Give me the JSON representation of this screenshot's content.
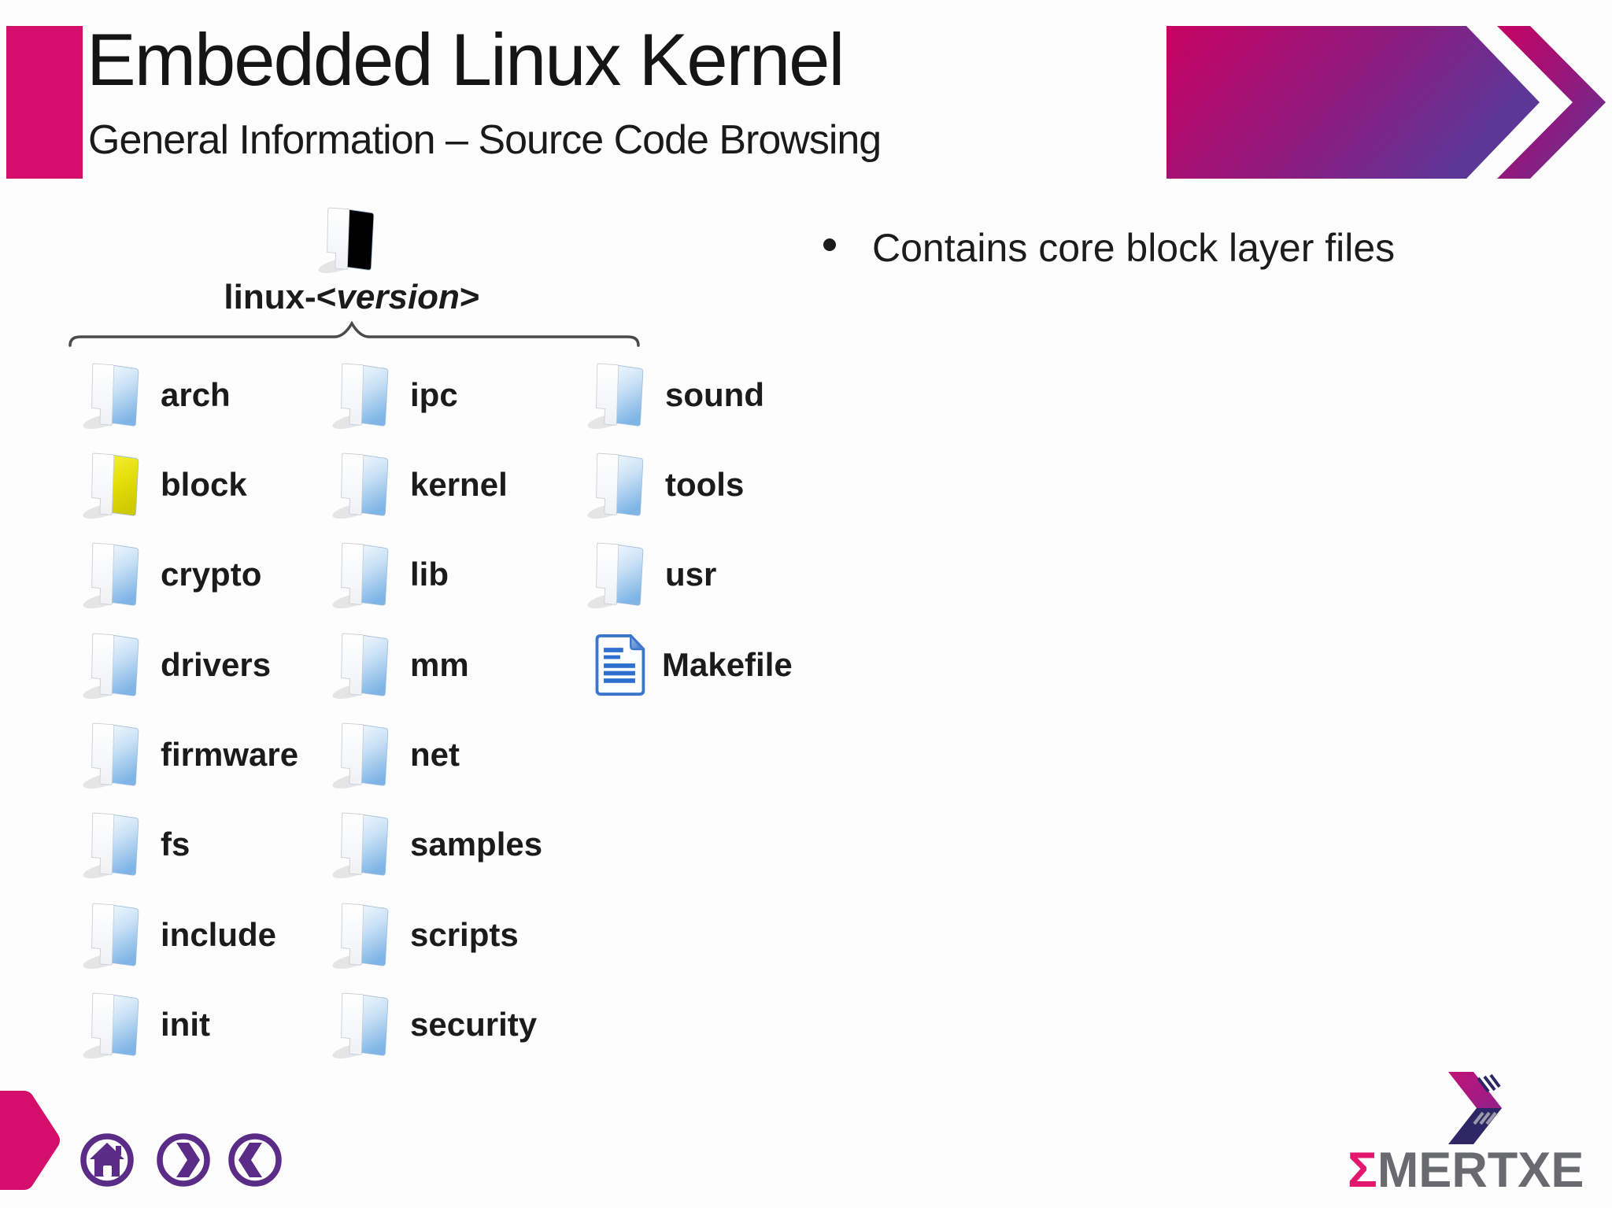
{
  "slide": {
    "title": "Embedded Linux Kernel",
    "subtitle": "General Information – Source Code Browsing"
  },
  "content": {
    "bullet_text": "Contains core block layer files"
  },
  "tree": {
    "root": {
      "prefix": "linux-<",
      "emphasis": "version",
      "suffix": ">"
    },
    "columns": [
      {
        "items": [
          {
            "label": "arch",
            "type": "folder"
          },
          {
            "label": "block",
            "type": "folder",
            "highlighted": true
          },
          {
            "label": "crypto",
            "type": "folder"
          },
          {
            "label": "drivers",
            "type": "folder"
          },
          {
            "label": "firmware",
            "type": "folder"
          },
          {
            "label": "fs",
            "type": "folder"
          },
          {
            "label": "include",
            "type": "folder"
          },
          {
            "label": "init",
            "type": "folder"
          }
        ]
      },
      {
        "items": [
          {
            "label": "ipc",
            "type": "folder"
          },
          {
            "label": "kernel",
            "type": "folder"
          },
          {
            "label": "lib",
            "type": "folder"
          },
          {
            "label": "mm",
            "type": "folder"
          },
          {
            "label": "net",
            "type": "folder"
          },
          {
            "label": "samples",
            "type": "folder"
          },
          {
            "label": "scripts",
            "type": "folder"
          },
          {
            "label": "security",
            "type": "folder"
          }
        ]
      },
      {
        "items": [
          {
            "label": "sound",
            "type": "folder"
          },
          {
            "label": "tools",
            "type": "folder"
          },
          {
            "label": "usr",
            "type": "folder"
          },
          {
            "label": "Makefile",
            "type": "file"
          }
        ]
      }
    ]
  },
  "nav": {
    "buttons": [
      "home",
      "next",
      "back"
    ]
  },
  "logo": {
    "sigma": "Σ",
    "rest": "MERTXE"
  },
  "colors": {
    "accent_pink": "#D40E6B",
    "nav_purple": "#5A2C87",
    "banner_gradient_start": "#C70262",
    "banner_gradient_end": "#5B3898",
    "highlight_yellow": "#E4DE07",
    "folder_blue": "#7FB5E6",
    "doc_blue": "#2E6FD0",
    "logo_pink": "#E3176D",
    "logo_gray": "#696A6D",
    "text_dark": "#1B1B1B"
  }
}
